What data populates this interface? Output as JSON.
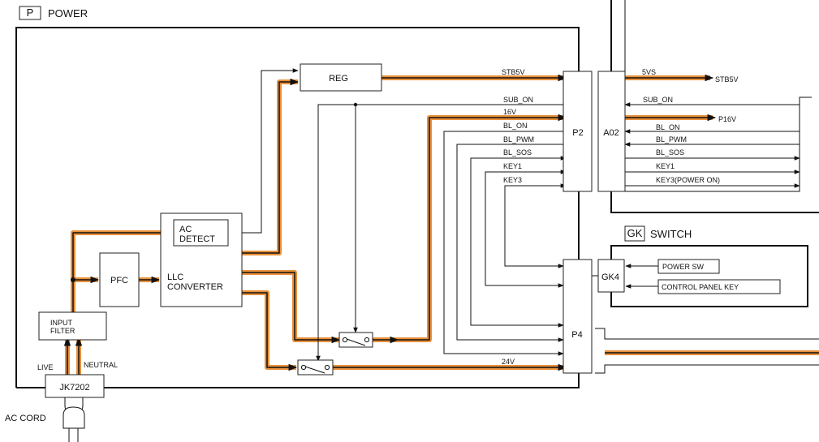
{
  "header": {
    "badge": "P",
    "title": "POWER"
  },
  "switch_section": {
    "badge": "GK",
    "title": "SWITCH"
  },
  "blocks": {
    "reg": "REG",
    "ac_detect_1": "AC",
    "ac_detect_2": "DETECT",
    "pfc": "PFC",
    "llc_1": "LLC",
    "llc_2": "CONVERTER",
    "input_filter_1": "INPUT",
    "input_filter_2": "FILTER",
    "jk": "JK7202",
    "p2": "P2",
    "a02": "A02",
    "p4": "P4",
    "gk4": "GK4",
    "power_sw": "POWER SW",
    "control_panel_key": "CONTROL PANEL KEY"
  },
  "signals": {
    "stb5v": "STB5V",
    "sub_on": "SUB_ON",
    "v16": "16V",
    "bl_on": "BL_ON",
    "bl_pwm": "BL_PWM",
    "bl_sos": "BL_SOS",
    "key1": "KEY1",
    "key3": "KEY3",
    "v24": "24V",
    "vs5": "5VS",
    "stb5v_out": "STB5V",
    "sub_on_r": "SUB_ON",
    "p16v": "P16V",
    "bl_on_r": "BL_ON",
    "bl_pwm_r": "BL_PWM",
    "bl_sos_r": "BL_SOS",
    "key1_r": "KEY1",
    "key3_r": "KEY3(POWER ON)"
  },
  "input_labels": {
    "live": "LIVE",
    "neutral": "NEUTRAL",
    "ac_cord": "AC CORD"
  },
  "colors": {
    "power_path": "#e8903a",
    "line": "#111111"
  }
}
